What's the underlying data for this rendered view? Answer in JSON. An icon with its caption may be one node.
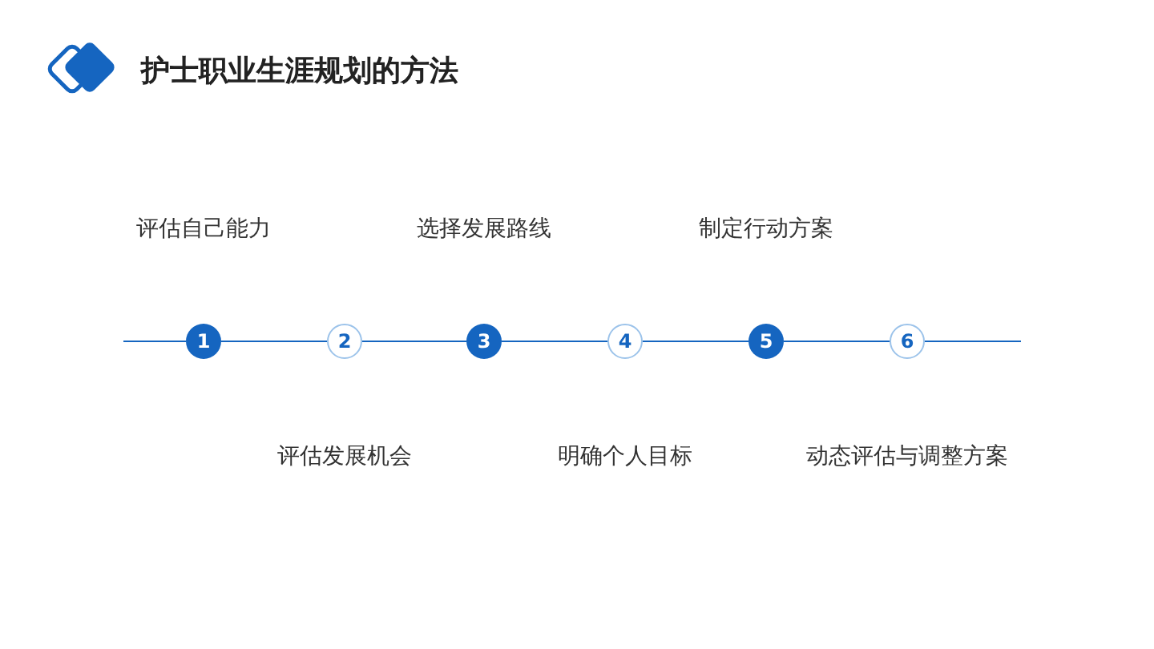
{
  "diagram": {
    "title": "护士职业生涯规划的方法",
    "nodes": [
      {
        "text": [
          "1"
        ],
        "beside": [
          "评估自己能力"
        ]
      },
      {
        "text": [
          "2"
        ],
        "beside": [
          "评估发展机会"
        ]
      },
      {
        "text": [
          "3"
        ],
        "beside": [
          "选择发展路线"
        ]
      },
      {
        "text": [
          "4"
        ],
        "beside": [
          "明确个人目标"
        ]
      },
      {
        "text": [
          "5"
        ],
        "beside": [
          "制定行动方案"
        ]
      },
      {
        "text": [
          "6"
        ],
        "beside": [
          "动态评估与调整方案"
        ]
      }
    ],
    "edges": [
      {
        "from": 0,
        "to": 1,
        "arrow": "none"
      },
      {
        "from": 1,
        "to": 2,
        "arrow": "none"
      },
      {
        "from": 2,
        "to": 3,
        "arrow": "none"
      },
      {
        "from": 3,
        "to": 4,
        "arrow": "none"
      },
      {
        "from": 4,
        "to": 5,
        "arrow": "none"
      }
    ]
  }
}
